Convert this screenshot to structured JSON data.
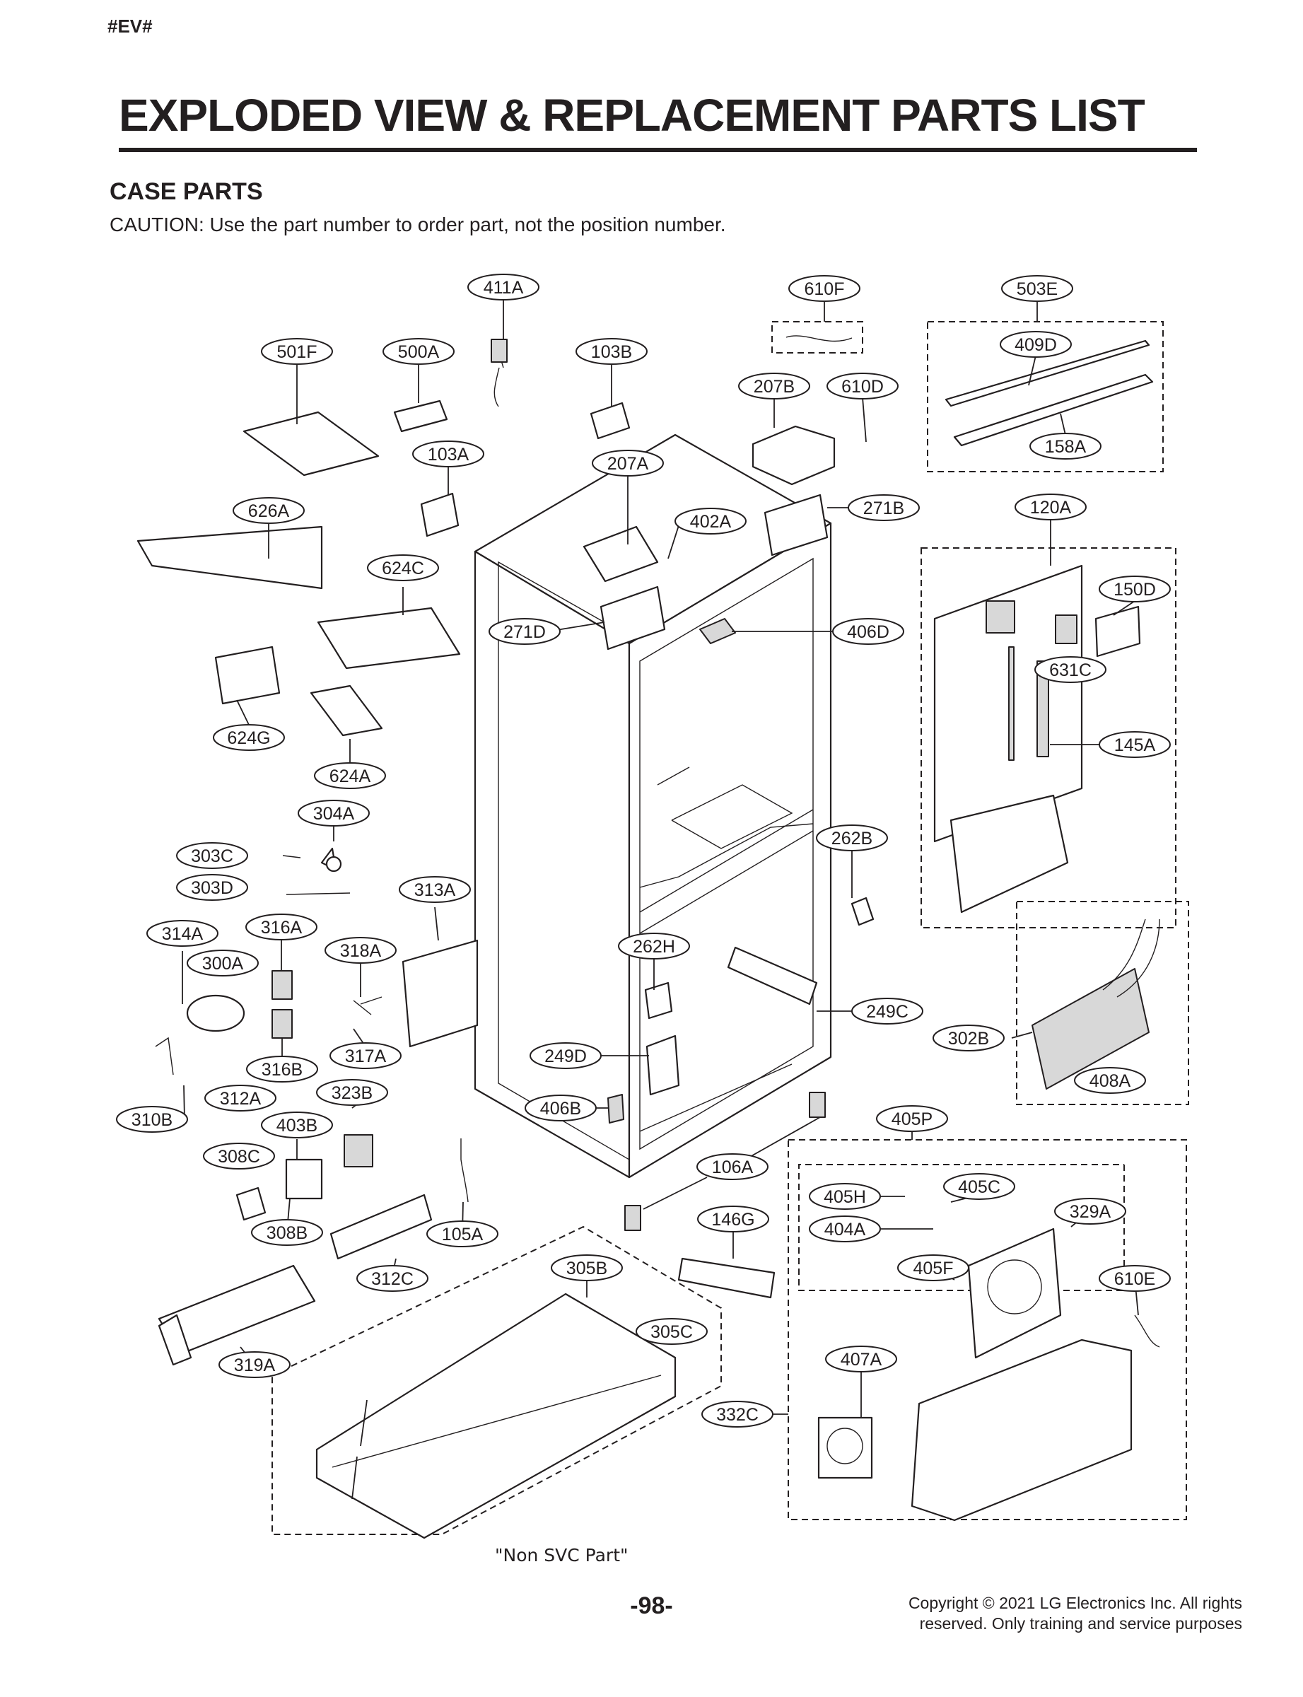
{
  "header": {
    "tag": "#EV#",
    "title": "EXPLODED VIEW & REPLACEMENT PARTS LIST",
    "section": "CASE PARTS",
    "caution": "CAUTION: Use the part number to order part, not the position number."
  },
  "diagram": {
    "callouts": [
      "411A",
      "610F",
      "503E",
      "501F",
      "500A",
      "103B",
      "409D",
      "207B",
      "610D",
      "158A",
      "103A",
      "207A",
      "626A",
      "402A",
      "271B",
      "120A",
      "624C",
      "150D",
      "271D",
      "406D",
      "631C",
      "624G",
      "624A",
      "145A",
      "304A",
      "303C",
      "262B",
      "303D",
      "313A",
      "314A",
      "316A",
      "300A",
      "318A",
      "262H",
      "249C",
      "302B",
      "317A",
      "316B",
      "249D",
      "408A",
      "312A",
      "323B",
      "310B",
      "403B",
      "406B",
      "405P",
      "308C",
      "106A",
      "405H",
      "405C",
      "329A",
      "404A",
      "146G",
      "308B",
      "105A",
      "405F",
      "312C",
      "305B",
      "610E",
      "305C",
      "319A",
      "407A",
      "332C"
    ],
    "note": "\"Non SVC Part\""
  },
  "footer": {
    "page_number": "-98-",
    "copyright_line1": "Copyright © 2021 LG Electronics Inc. All rights",
    "copyright_line2": "reserved. Only training and service purposes"
  }
}
